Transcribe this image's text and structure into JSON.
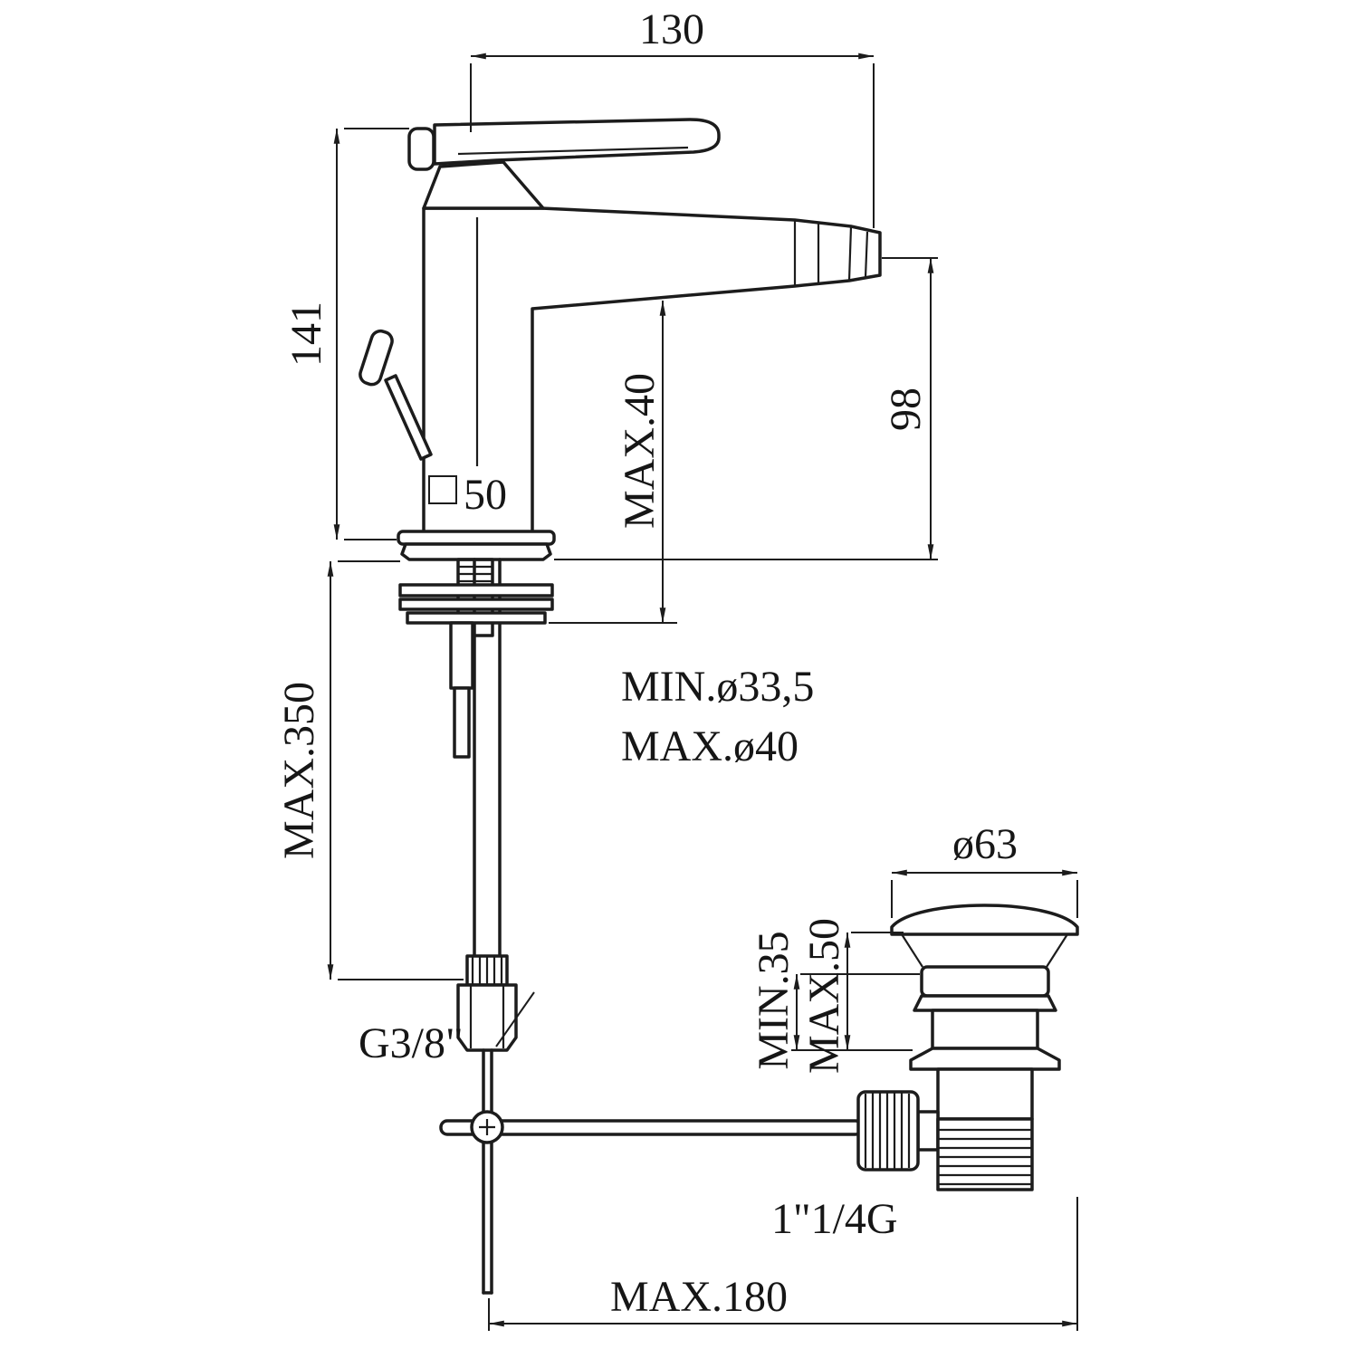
{
  "drawing": {
    "colors": {
      "line": "#1c1c1c",
      "background": "#ffffff"
    },
    "dimensions": {
      "top_width": "130",
      "body_height": "141",
      "spout_depth_max": "MAX.40",
      "spout_height": "98",
      "base_square_symbol": "□",
      "base_square": "50",
      "under_deck_max": "MAX.350",
      "hole_diameter_min": "MIN.ø33,5",
      "hole_diameter_max": "MAX.ø40",
      "waste_cap_diameter": "ø63",
      "deck_thickness_min": "MIN.35",
      "deck_thickness_max": "MAX.50",
      "supply_thread": "G3/8\"",
      "waste_thread": "1\"1/4G",
      "reach_max": "MAX.180"
    }
  }
}
